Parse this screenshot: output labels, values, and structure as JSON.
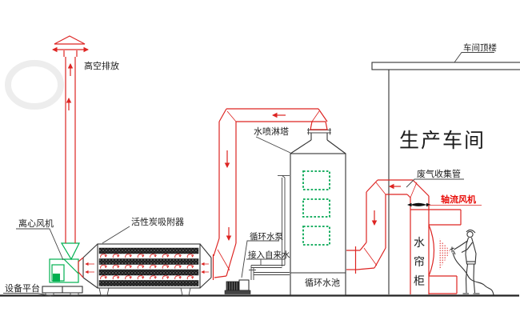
{
  "diagram": {
    "type": "industrial-exhaust-gas-treatment-flow-diagram",
    "labels": {
      "high_altitude_discharge": "高空排放",
      "centrifugal_fan": "离心风机",
      "equipment_platform": "设备平台",
      "activated_carbon_adsorber": "活性炭吸附器",
      "water_spray_tower": "水喷淋塔",
      "circulating_water_pump": "循环水泵",
      "tap_water_inlet": "接入自来水",
      "circulating_water_pool": "循环水池",
      "production_workshop": "生产车间",
      "workshop_roof": "车间顶楼",
      "waste_gas_collection_pipe": "废气收集管",
      "axial_flow_fan": "轴流风机",
      "water_curtain_cabinet": "水帘柜",
      "water_curtain_cabinet_chars": [
        "水",
        "帘",
        "柜"
      ]
    },
    "colors": {
      "duct_red": "#dd2422",
      "label_red": "#e8100c",
      "fan_green": "#00b050",
      "window_green": "#00a550",
      "line_black": "#333333",
      "background": "#ffffff"
    }
  }
}
